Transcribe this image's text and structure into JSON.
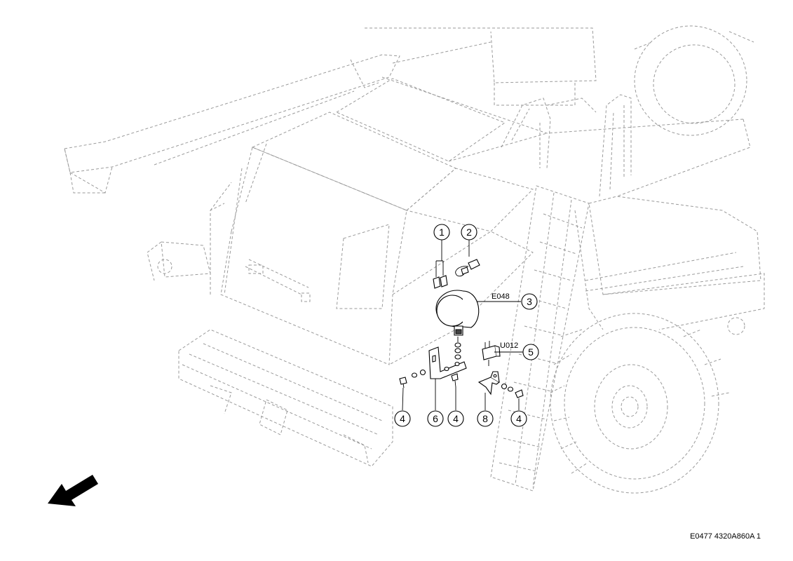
{
  "callouts": [
    {
      "id": "c1",
      "number": "1"
    },
    {
      "id": "c2",
      "number": "2"
    },
    {
      "id": "c3",
      "number": "3"
    },
    {
      "id": "c5",
      "number": "5"
    },
    {
      "id": "c4a",
      "number": "4"
    },
    {
      "id": "c6",
      "number": "6"
    },
    {
      "id": "c4b",
      "number": "4"
    },
    {
      "id": "c8",
      "number": "8"
    },
    {
      "id": "c4c",
      "number": "4"
    }
  ],
  "codes": {
    "lamp": "E048",
    "relay": "U012"
  },
  "reference": "E0477 4320A860A 1",
  "colors": {
    "ghost_line": "#9a9a9a",
    "part_line": "#000000",
    "arrow_fill": "#000000"
  }
}
